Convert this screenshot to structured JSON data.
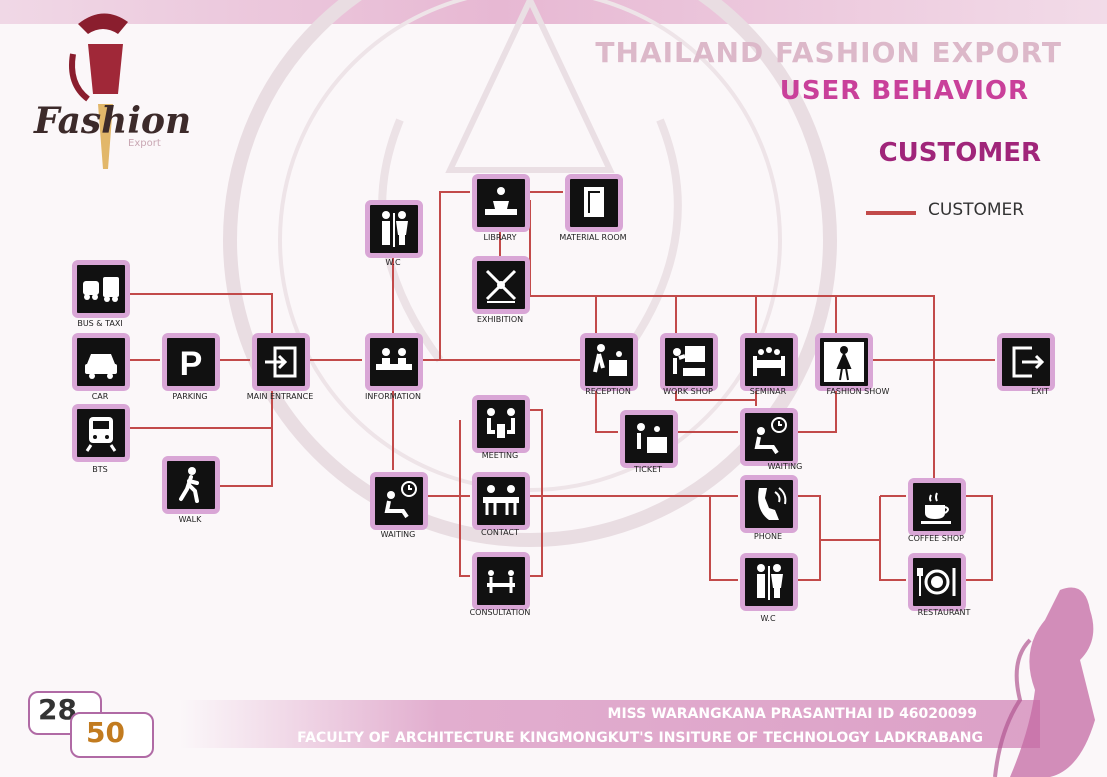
{
  "header": {
    "logo_text": "Fashion",
    "logo_sub": "Export",
    "title_line1": "THAILAND FASHION EXPORT",
    "title_line2": "USER BEHAVIOR",
    "section": "CUSTOMER"
  },
  "legend": {
    "label": "CUSTOMER",
    "color": "#c24a4a"
  },
  "nodes": {
    "bus_taxi": {
      "label": "BUS & TAXI",
      "icon": "bus-taxi-icon"
    },
    "car": {
      "label": "CAR",
      "icon": "car-icon"
    },
    "bts": {
      "label": "BTS",
      "icon": "train-icon"
    },
    "parking": {
      "label": "PARKING",
      "icon": "parking-icon"
    },
    "walk": {
      "label": "WALK",
      "icon": "walk-icon"
    },
    "main_entrance": {
      "label": "MAIN ENTRANCE",
      "icon": "entrance-icon"
    },
    "information": {
      "label": "INFORMATION",
      "icon": "information-icon"
    },
    "wc_top": {
      "label": "W.C",
      "icon": "restroom-icon"
    },
    "waiting_left": {
      "label": "WAITING",
      "icon": "waiting-icon"
    },
    "library": {
      "label": "LIBRARY",
      "icon": "library-icon"
    },
    "material_room": {
      "label": "MATERIAL ROOM",
      "icon": "material-icon"
    },
    "exhibition": {
      "label": "EXHIBITION",
      "icon": "exhibition-icon"
    },
    "reception": {
      "label": "RECEPTION",
      "icon": "reception-icon"
    },
    "workshop": {
      "label": "WORK SHOP",
      "icon": "workshop-icon"
    },
    "seminar": {
      "label": "SEMINAR",
      "icon": "seminar-icon"
    },
    "fashion_show": {
      "label": "FASHION SHOW",
      "icon": "fashion-show-icon"
    },
    "exit": {
      "label": "EXIT",
      "icon": "exit-icon"
    },
    "ticket": {
      "label": "TICKET",
      "icon": "ticket-icon"
    },
    "waiting_right": {
      "label": "WAITING",
      "icon": "waiting-icon"
    },
    "meeting": {
      "label": "MEETING",
      "icon": "meeting-icon"
    },
    "contact": {
      "label": "CONTACT",
      "icon": "contact-icon"
    },
    "consultation": {
      "label": "CONSULTATION",
      "icon": "consultation-icon"
    },
    "phone": {
      "label": "PHONE",
      "icon": "phone-icon"
    },
    "wc_bottom": {
      "label": "W.C",
      "icon": "restroom-icon"
    },
    "coffee_shop": {
      "label": "COFFEE SHOP",
      "icon": "coffee-icon"
    },
    "restaurant": {
      "label": "RESTAURANT",
      "icon": "restaurant-icon"
    }
  },
  "footer": {
    "author": "MISS WARANGKANA PRASANTHAI ID 46020099",
    "faculty": "FACULTY OF ARCHITECTURE KINGMONGKUT'S INSITURE OF TECHNOLOGY LADKRABANG",
    "page": "28",
    "total": "50"
  }
}
